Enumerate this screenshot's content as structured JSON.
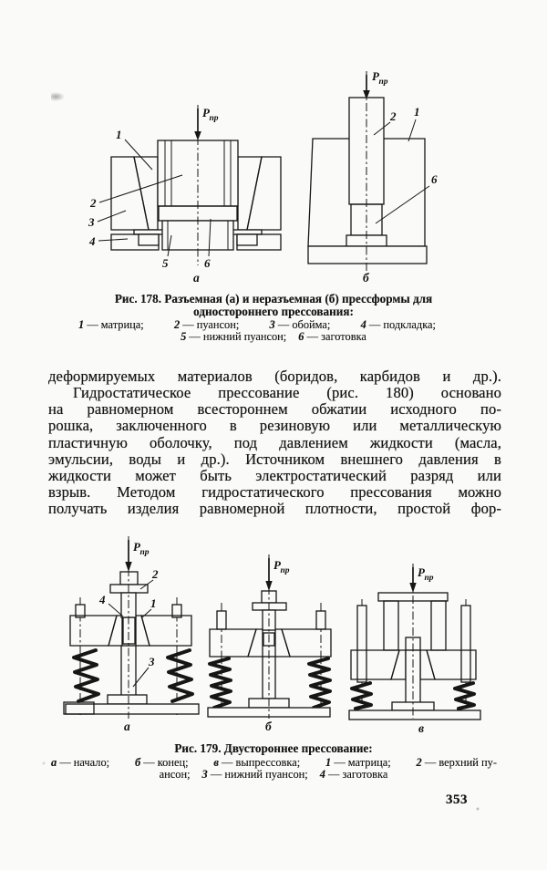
{
  "page": {
    "number": "353",
    "paper_color": "#fafaf8",
    "ink_color": "#161616"
  },
  "force": {
    "p": "P",
    "sub": "пр"
  },
  "fig178": {
    "caption": [
      "Рис. 178. Разъемная (а) и неразъемная (б) прессформы для",
      "одностороннего прессования:"
    ],
    "legend1": [
      {
        "n": "1",
        "t": "— матрица;"
      },
      {
        "n": "2",
        "t": "— пуансон;"
      },
      {
        "n": "3",
        "t": "— обойма;"
      },
      {
        "n": "4",
        "t": "— подкладка;"
      }
    ],
    "legend2": [
      {
        "n": "5",
        "t": "— нижний пуансон;"
      },
      {
        "n": "6",
        "t": "— заготовка"
      }
    ],
    "a": {
      "letter": "а",
      "l1": "1",
      "l2": "2",
      "l3": "3",
      "l4": "4",
      "l5": "5",
      "l6": "6"
    },
    "b": {
      "letter": "б",
      "l1": "1",
      "l2": "2",
      "l6": "6"
    }
  },
  "body": {
    "lines": [
      "деформируемых материалов (боридов, карбидов и др.).",
      "Гидростатическое прессование (рис. 180) основано",
      "на равномерном всестороннем обжатии исходного по-",
      "рошка, заключенного в резиновую или металлическую",
      "пластичную оболочку, под давлением жидкости (масла,",
      "эмульсии, воды и др.). Источником внешнего давления в",
      "жидкости может быть электростатический разряд или",
      "взрыв. Методом гидростатического прессования можно",
      "получать изделия равномерной плотности, простой фор-"
    ]
  },
  "fig179": {
    "caption": "Рис. 179. Двустороннее прессование:",
    "legend1": [
      {
        "n": "а",
        "t": "— начало;"
      },
      {
        "n": "б",
        "t": "— конец;"
      },
      {
        "n": "в",
        "t": "— выпрессовка;"
      },
      {
        "n": "1",
        "t": "— матрица;"
      },
      {
        "n": "2",
        "t": "— верхний пу-"
      }
    ],
    "legend2": [
      {
        "n": "",
        "t": "ансон;"
      },
      {
        "n": "3",
        "t": "— нижний пуансон;"
      },
      {
        "n": "4",
        "t": "— заготовка"
      }
    ],
    "a": {
      "letter": "а",
      "l1": "1",
      "l2": "2",
      "l3": "3",
      "l4": "4"
    },
    "b": {
      "letter": "б"
    },
    "v": {
      "letter": "в"
    }
  }
}
